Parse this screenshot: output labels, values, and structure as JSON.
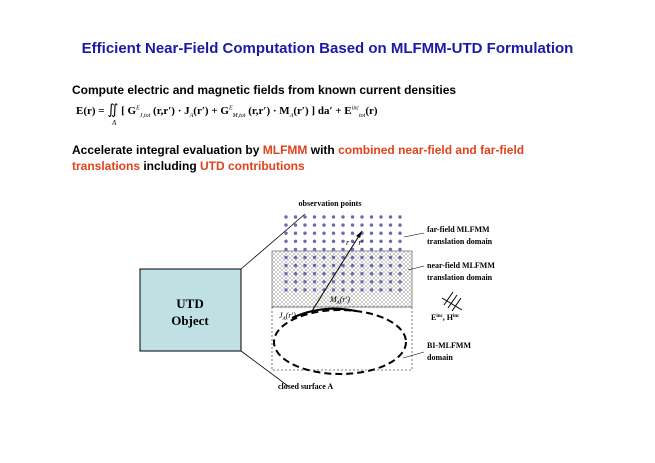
{
  "title": "Efficient Near-Field Computation Based on MLFMM-UTD Formulation",
  "bullet1": "Compute electric and magnetic fields from known current densities",
  "equation": {
    "lhs": "E(r) =",
    "integral": "∬",
    "domain": "A",
    "term1": "[ G",
    "term1_sub": "J,tot",
    "term1_sup": "E",
    "term1_args": "(r,r′) · J",
    "term1_J_sub": "A",
    "term1_J_args": "(r′) +",
    "term2": " G",
    "term2_sub": "M,tot",
    "term2_sup": "E",
    "term2_args": "(r,r′) · M",
    "term2_M_sub": "A",
    "term2_M_args": "(r′) ]",
    "measure": " da′ + E",
    "inc_sub": "tot",
    "inc_sup": "inc",
    "tail": "(r)"
  },
  "bullet2": {
    "part1": "Accelerate integral evaluation by ",
    "mlfmm": "MLFMM",
    "part2": " with ",
    "combined": "combined near-field and far-field translations",
    "part3": " including ",
    "utd": "UTD contributions"
  },
  "diagram": {
    "observation_points": "observation points",
    "far_field_1": "far-field MLFMM",
    "far_field_2": "translation domain",
    "near_field_1": "near-field MLFMM",
    "near_field_2": "translation domain",
    "utd_1": "UTD",
    "utd_2": "Object",
    "r_minus_rp": "r − r′",
    "m_a": "M",
    "m_a_tail": "(r′)",
    "j_a": "J",
    "j_a_tail": "(r′)",
    "sub_a": "A",
    "e_inc": "E",
    "h_inc": ", H",
    "inc_sup": "inc",
    "bi_1": "BI-MLFMM",
    "bi_2": "domain",
    "closed_surface": "closed surface A"
  },
  "colors": {
    "title": "#1a1aa6",
    "highlight": "#e0421c",
    "dots": "#6a6ab0",
    "utd_fill": "#bfe1e4"
  }
}
